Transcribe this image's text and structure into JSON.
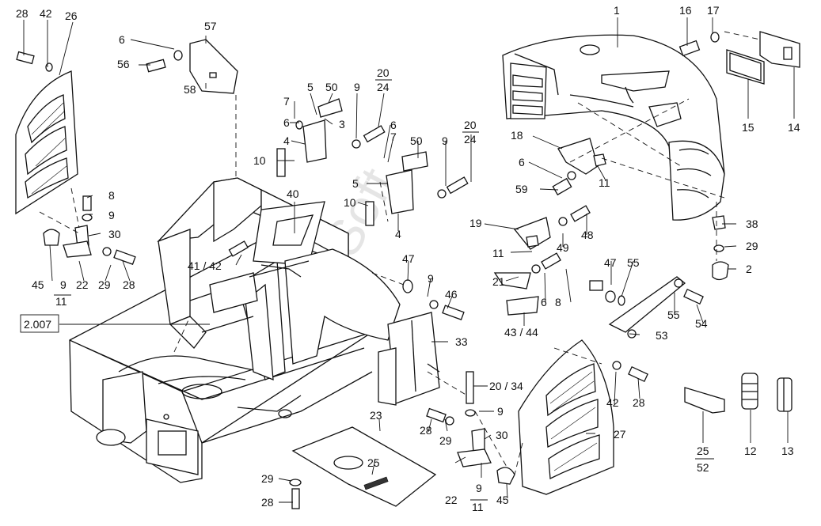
{
  "watermark": "AutoSoft",
  "labels": {
    "l1": "1",
    "l2": "2",
    "l2007": "2.007",
    "l5a": "5",
    "l5b": "5",
    "l6a": "6",
    "l6b": "6",
    "l6c": "6",
    "l6d": "6",
    "l6e": "6",
    "l7a": "7",
    "l7b": "7",
    "l8a": "8",
    "l8b": "8",
    "l9a": "9",
    "l9b": "9",
    "l9c": "9",
    "l9d": "9",
    "l9e": "9",
    "l9f": "9",
    "l9g": "9",
    "l10a": "10",
    "l10b": "10",
    "l11a": "11",
    "l11b": "11",
    "l11c": "11",
    "l11d": "11",
    "l12": "12",
    "l13": "13",
    "l14": "14",
    "l15": "15",
    "l16": "16",
    "l17": "17",
    "l18": "18",
    "l19": "19",
    "l20a": "20",
    "l24a": "24",
    "l20b": "20",
    "l24b": "24",
    "l2034": "20 / 34",
    "l21": "21",
    "l22a": "22",
    "l22b": "22",
    "l23": "23",
    "l25a": "25",
    "l25b": "25",
    "l52": "52",
    "l26": "26",
    "l27": "27",
    "l28a": "28",
    "l28b": "28",
    "l28c": "28",
    "l28d": "28",
    "l28e": "28",
    "l29a": "29",
    "l29b": "29",
    "l29c": "29",
    "l29d": "29",
    "l30a": "30",
    "l30b": "30",
    "l33": "33",
    "l38": "38",
    "l40": "40",
    "l4142": "41 / 42",
    "l42a": "42",
    "l42b": "42",
    "l4344": "43 / 44",
    "l45a": "45",
    "l45b": "45",
    "l46": "46",
    "l47a": "47",
    "l47b": "47",
    "l48": "48",
    "l49": "49",
    "l50a": "50",
    "l50b": "50",
    "l53": "53",
    "l54": "54",
    "l55a": "55",
    "l55b": "55",
    "l56": "56",
    "l57": "57",
    "l58": "58",
    "l59": "59",
    "l4a": "4",
    "l4b": "4",
    "l3": "3"
  }
}
